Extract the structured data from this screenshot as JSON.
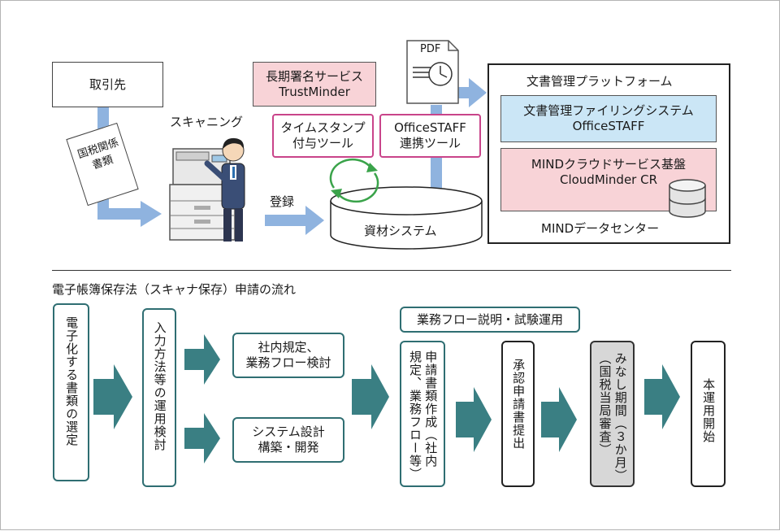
{
  "top": {
    "client": "取引先",
    "tax_doc": "国税関係\n書類",
    "scanning": "スキャニング",
    "register": "登録",
    "trustminder": {
      "line1": "長期署名サービス",
      "line2": "TrustMinder"
    },
    "timestamp_tool": {
      "line1": "タイムスタンプ",
      "line2": "付与ツール"
    },
    "officestaff_tool": {
      "line1": "OfficeSTAFF",
      "line2": "連携ツール"
    },
    "pdf": "PDF",
    "material_system": "資材システム",
    "platform": {
      "title": "文書管理プラットフォーム",
      "filing": {
        "line1": "文書管理ファイリングシステム",
        "line2": "OfficeSTAFF"
      },
      "cloud": {
        "line1": "MINDクラウドサービス基盤",
        "line2": "CloudMinder CR"
      },
      "datacenter": "MINDデータセンター"
    }
  },
  "bottom": {
    "title": "電子帳簿保存法（スキャナ保存）申請の流れ",
    "step1": "電子化する書類の選定",
    "step2": "入力方法等の運用検討",
    "step3a": {
      "line1": "社内規定、",
      "line2": "業務フロー検討"
    },
    "step3b": {
      "line1": "システム設計",
      "line2": "構築・開発"
    },
    "step4_header": "業務フロー説明・試験運用",
    "step4_col1": "申請書類作成（社内",
    "step4_col2": "規定、業務フロー等）",
    "step5": "承認申請書提出",
    "step6_col1": "みなし期間（３か月）",
    "step6_col2": "（国税当局審査）",
    "step7": "本運用開始"
  },
  "colors": {
    "arrow_blue": "#8fb3df",
    "arrow_teal": "#3a7f83",
    "pink": "#f8d3d7",
    "blue": "#cbe6f6",
    "magenta": "#c9448a",
    "teal": "#2f6e72",
    "gray": "#d7d7d7",
    "cycle_green": "#3aa34a"
  }
}
